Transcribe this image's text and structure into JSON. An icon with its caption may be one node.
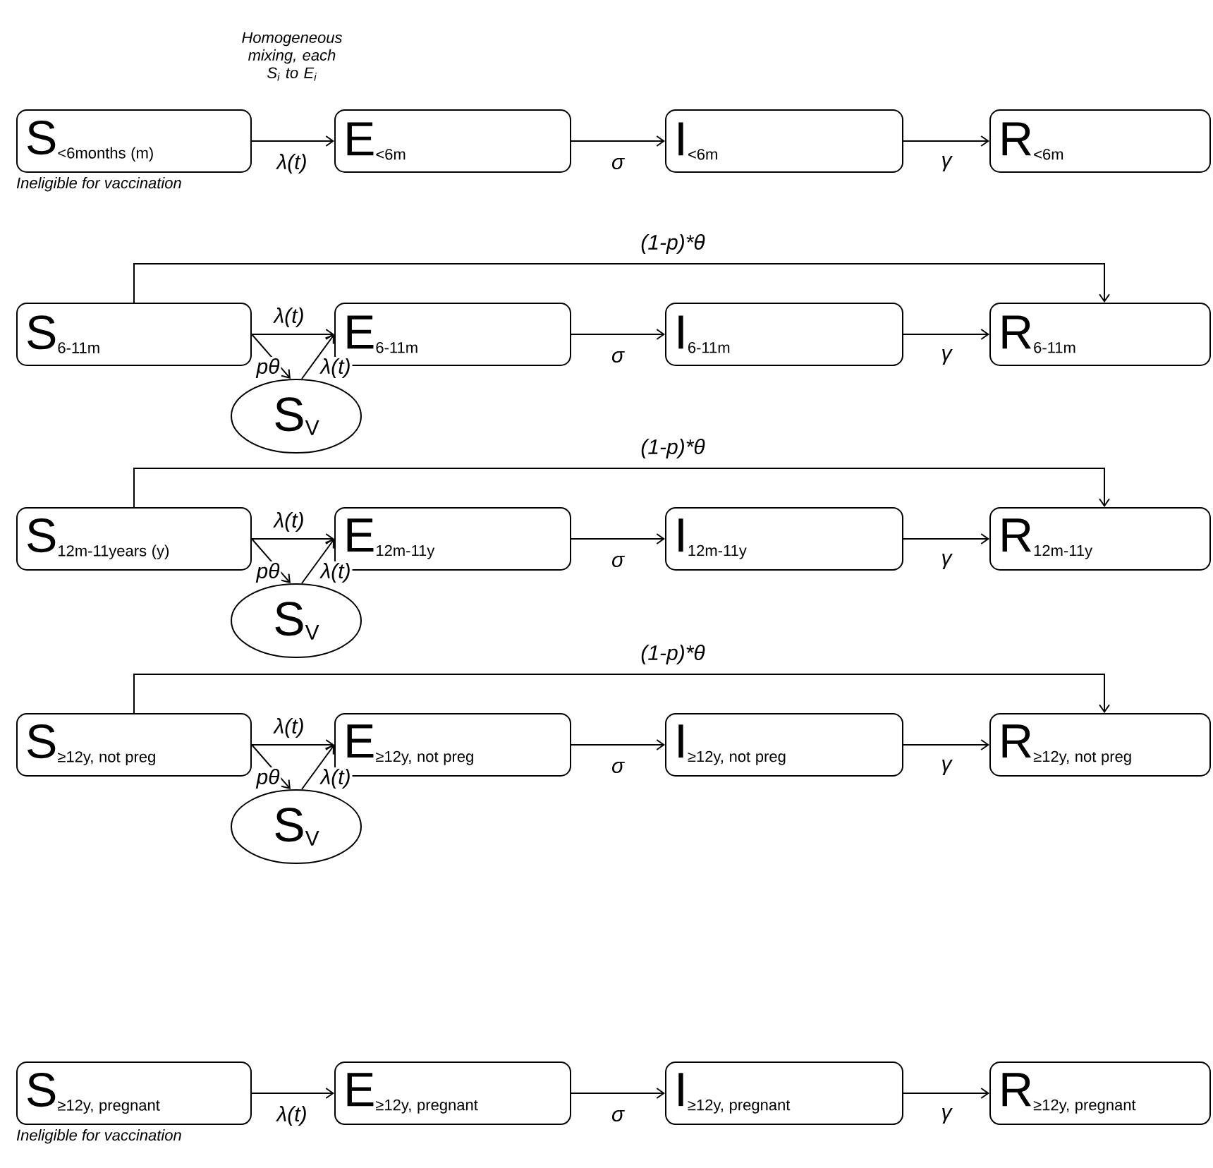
{
  "diagram": {
    "nodes": [
      {
        "text": [
          "S",
          "<6months (m)"
        ],
        "beside": [
          "Ineligible for vaccination"
        ]
      },
      {
        "text": [
          "E",
          "<6m"
        ]
      },
      {
        "text": [
          "I",
          "<6m"
        ]
      },
      {
        "text": [
          "R",
          "<6m"
        ]
      },
      {
        "text": [
          "S",
          "6-11m"
        ]
      },
      {
        "text": [
          "E",
          "6-11m"
        ]
      },
      {
        "text": [
          "I",
          "6-11m"
        ]
      },
      {
        "text": [
          "R",
          "6-11m"
        ]
      },
      {
        "text": [
          "S",
          "V"
        ]
      },
      {
        "text": [
          "S",
          "12m-11years (y)"
        ]
      },
      {
        "text": [
          "E",
          "12m-11y"
        ]
      },
      {
        "text": [
          "I",
          "12m-11y"
        ]
      },
      {
        "text": [
          "R",
          "12m-11y"
        ]
      },
      {
        "text": [
          "S",
          "V"
        ]
      },
      {
        "text": [
          "S",
          "≥12y, not preg"
        ]
      },
      {
        "text": [
          "E",
          "≥12y, not preg"
        ]
      },
      {
        "text": [
          "I",
          "≥12y, not preg"
        ]
      },
      {
        "text": [
          "R",
          "≥12y, not preg"
        ]
      },
      {
        "text": [
          "S",
          "V"
        ]
      },
      {
        "text": [
          "S",
          "≥12y, pregnant"
        ],
        "beside": [
          "Ineligible for vaccination"
        ]
      },
      {
        "text": [
          "E",
          "≥12y, pregnant"
        ]
      },
      {
        "text": [
          "I",
          "≥12y, pregnant"
        ]
      },
      {
        "text": [
          "R",
          "≥12y, pregnant"
        ]
      }
    ],
    "edges": [
      {
        "from": 0,
        "to": 1,
        "arrow": "to",
        "label": "λ(t)"
      },
      {
        "from": 1,
        "to": 2,
        "arrow": "to",
        "label": "σ"
      },
      {
        "from": 2,
        "to": 3,
        "arrow": "to",
        "label": "γ"
      },
      {
        "from": 4,
        "to": 7,
        "arrow": "to",
        "label": "(1-p)*θ"
      },
      {
        "from": 4,
        "to": 5,
        "arrow": "to",
        "label": "λ(t)"
      },
      {
        "from": 4,
        "to": 8,
        "arrow": "to",
        "label": "pθ"
      },
      {
        "from": 8,
        "to": 5,
        "arrow": "to",
        "label": "λ(t)"
      },
      {
        "from": 5,
        "to": 6,
        "arrow": "to",
        "label": "σ"
      },
      {
        "from": 6,
        "to": 7,
        "arrow": "to",
        "label": "γ"
      },
      {
        "from": 9,
        "to": 12,
        "arrow": "to",
        "label": "(1-p)*θ"
      },
      {
        "from": 9,
        "to": 10,
        "arrow": "to",
        "label": "λ(t)"
      },
      {
        "from": 9,
        "to": 13,
        "arrow": "to",
        "label": "pθ"
      },
      {
        "from": 13,
        "to": 10,
        "arrow": "to",
        "label": "λ(t)"
      },
      {
        "from": 10,
        "to": 11,
        "arrow": "to",
        "label": "σ"
      },
      {
        "from": 11,
        "to": 12,
        "arrow": "to",
        "label": "γ"
      },
      {
        "from": 14,
        "to": 17,
        "arrow": "to",
        "label": "(1-p)*θ"
      },
      {
        "from": 14,
        "to": 15,
        "arrow": "to",
        "label": "λ(t)"
      },
      {
        "from": 14,
        "to": 18,
        "arrow": "to",
        "label": "pθ"
      },
      {
        "from": 18,
        "to": 15,
        "arrow": "to",
        "label": "λ(t)"
      },
      {
        "from": 15,
        "to": 16,
        "arrow": "to",
        "label": "σ"
      },
      {
        "from": 16,
        "to": 17,
        "arrow": "to",
        "label": "γ"
      },
      {
        "from": 19,
        "to": 20,
        "arrow": "to",
        "label": "λ(t)"
      },
      {
        "from": 20,
        "to": 21,
        "arrow": "to",
        "label": "σ"
      },
      {
        "from": 21,
        "to": 22,
        "arrow": "to",
        "label": "γ"
      }
    ],
    "labels": [
      "Homogeneous mixing, each S$_{i}$ to E$_{i}$"
    ]
  }
}
